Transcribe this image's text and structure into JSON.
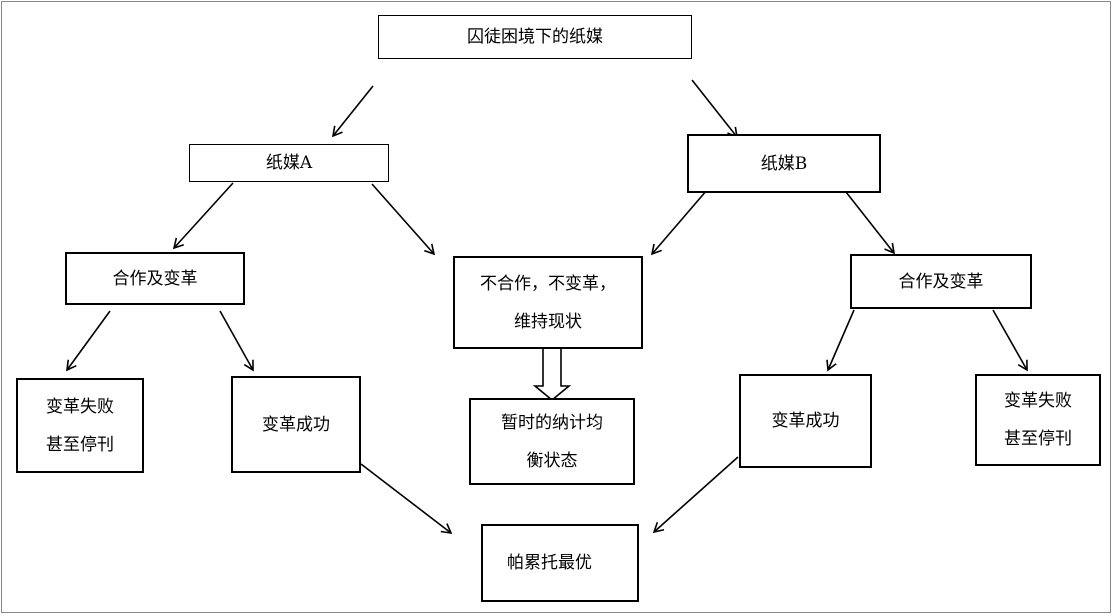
{
  "diagram": {
    "root": "囚徒困境下的纸媒",
    "paper_a": "纸媒A",
    "paper_b": "纸媒B",
    "a_cooperate": "合作及变革",
    "b_cooperate": "合作及变革",
    "status_quo": "不合作，不变革，\n维持现状",
    "nash_equilibrium": "暂时的纳计均\n衡状态",
    "a_fail": "变革失败\n甚至停刊",
    "a_success": "变革成功",
    "b_success": "变革成功",
    "b_fail": "变革失败\n甚至停刊",
    "pareto_optimal": "帕累托最优"
  },
  "colors": {
    "line": "#000000",
    "background": "#ffffff",
    "frame": "#888888"
  }
}
